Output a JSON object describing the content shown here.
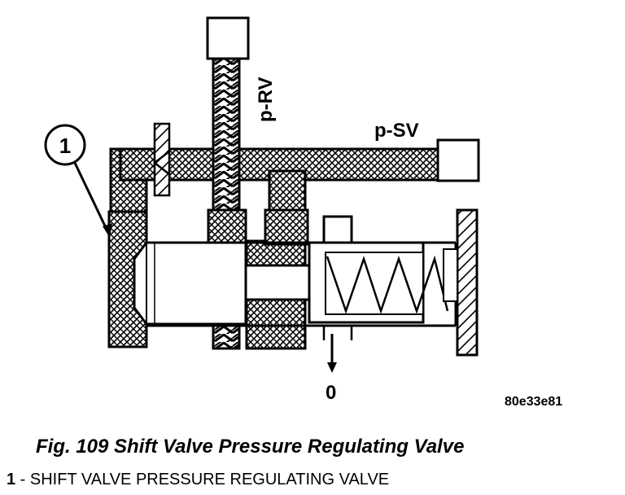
{
  "diagram": {
    "callout_number": "1",
    "label_rv": "p-RV",
    "label_sv": "p-SV",
    "label_exhaust": "0",
    "figure_code": "80e33e81"
  },
  "caption": "Fig. 109 Shift Valve Pressure Regulating Valve",
  "legend": [
    {
      "number": "1",
      "text": " - SHIFT VALVE PRESSURE REGULATING VALVE"
    }
  ]
}
